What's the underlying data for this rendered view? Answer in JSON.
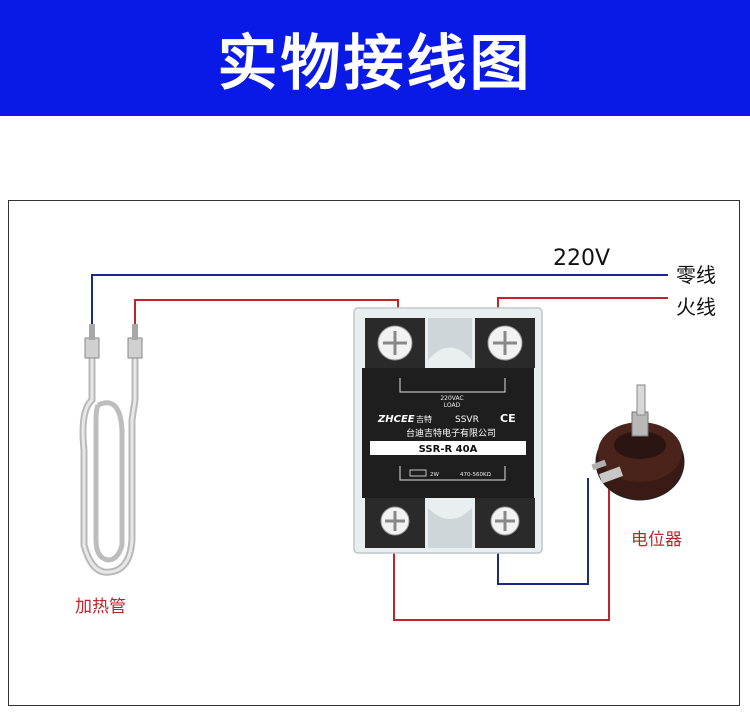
{
  "header": {
    "title": "实物接线图"
  },
  "labels": {
    "voltage": "220V",
    "neutral": "零线",
    "live": "火线",
    "heater": "加热管",
    "potentiometer": "电位器"
  },
  "relay": {
    "terminal_text": "220VAC",
    "load_text": "LOAD",
    "brand": "ZHCEE",
    "brand_cn": "台迪",
    "brand_cn2": "吉特",
    "model_tag": "SSVR",
    "ce_mark": "CE",
    "company": "台迪吉特电子有限公司",
    "model": "SSR-R 40A",
    "power": "2W",
    "resistance": "470-560KΩ"
  },
  "colors": {
    "banner": "#0a1ae6",
    "neutral_wire": "#1a2a8a",
    "live_wire": "#c0242b",
    "label_red": "#c0242b"
  }
}
